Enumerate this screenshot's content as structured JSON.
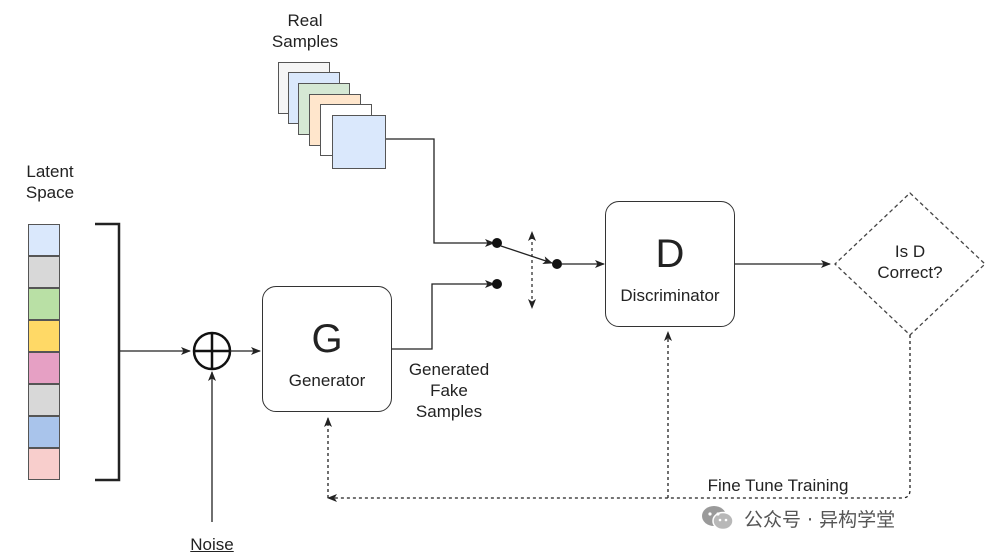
{
  "diagram": {
    "latent_space_label": [
      "Latent",
      "Space"
    ],
    "real_samples_label": [
      "Real",
      "Samples"
    ],
    "generated_label": [
      "Generated",
      "Fake",
      "Samples"
    ],
    "noise_label": "Noise",
    "generator": {
      "letter": "G",
      "name": "Generator"
    },
    "discriminator": {
      "letter": "D",
      "name": "Discriminator"
    },
    "decision": [
      "Is D",
      "Correct?"
    ],
    "feedback_label": "Fine Tune Training",
    "latent_cell_colors": [
      "#dae8fc",
      "#d8d8d8",
      "#b9e0a5",
      "#ffd966",
      "#e6a0c4",
      "#d8d8d8",
      "#a9c4eb",
      "#f8cecc"
    ],
    "sample_colors": [
      "#f5f5f5",
      "#dae8fc",
      "#d5e8d4",
      "#ffe6cc",
      "#ffffff",
      "#dae8fc"
    ]
  },
  "watermark": {
    "text": "公众号 · 异构学堂",
    "icon": "wechat-icon"
  }
}
